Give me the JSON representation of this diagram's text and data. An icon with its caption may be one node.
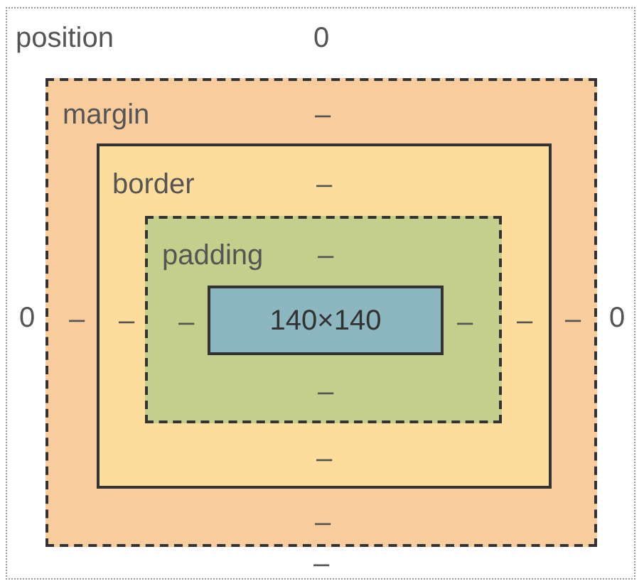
{
  "diagram": {
    "nodes": [
      {
        "text": [
          "position",
          "0",
          "0",
          "0",
          "–"
        ]
      },
      {
        "text": [
          "margin",
          "–",
          "–",
          "–",
          "–"
        ],
        "in": 0
      },
      {
        "text": [
          "border",
          "–",
          "–",
          "–",
          "–"
        ],
        "in": 1
      },
      {
        "text": [
          "padding",
          "–",
          "–",
          "–",
          "–"
        ],
        "in": 2
      },
      {
        "text": [
          "140×140"
        ],
        "in": 3
      }
    ]
  }
}
